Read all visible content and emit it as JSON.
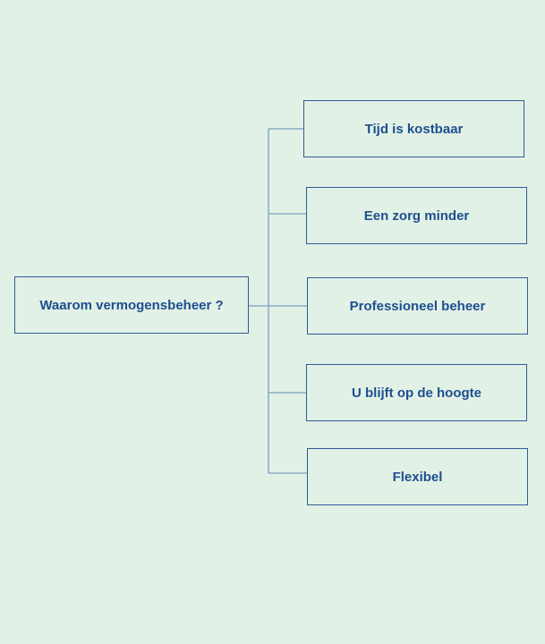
{
  "diagram": {
    "root": {
      "label": "Waarom vermogensbeheer ?"
    },
    "children": [
      {
        "label": "Tijd is kostbaar"
      },
      {
        "label": "Een zorg minder"
      },
      {
        "label": "Professioneel beheer"
      },
      {
        "label": "U blijft op de hoogte"
      },
      {
        "label": "Flexibel"
      }
    ]
  },
  "colors": {
    "background": "#e2f1e5",
    "border": "#2f5b96",
    "text": "#1d4f91",
    "connector": "#7d9cc4"
  }
}
